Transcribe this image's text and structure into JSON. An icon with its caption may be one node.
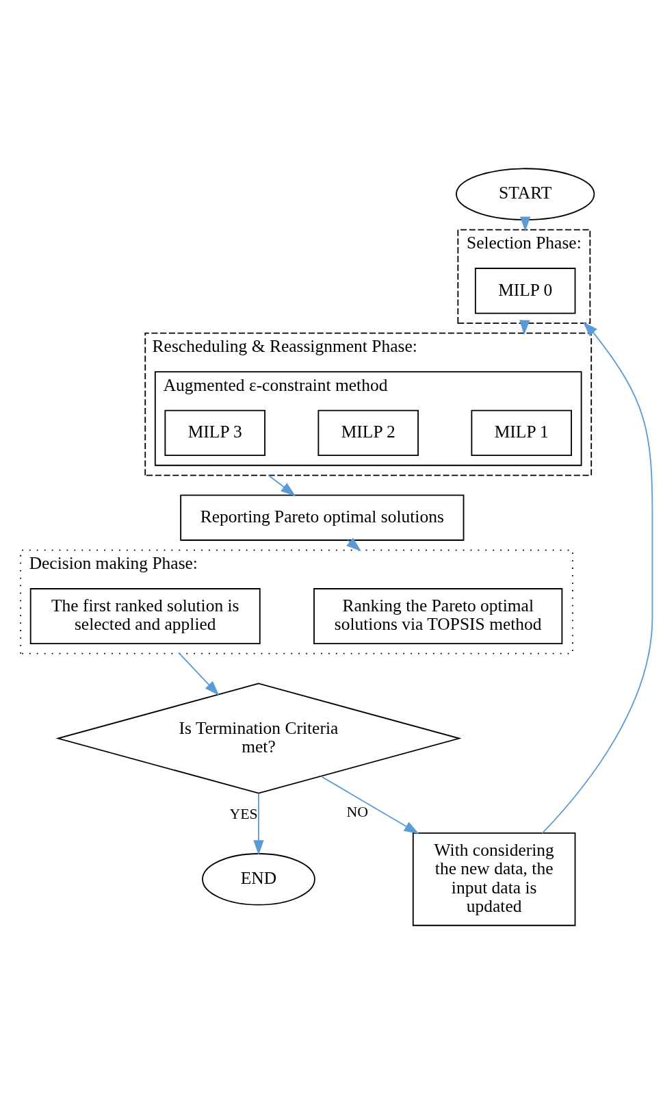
{
  "diagram": {
    "nodes": [
      {
        "text": [
          "START"
        ]
      },
      {
        "text": [
          "Selection Phase:"
        ]
      },
      {
        "text": [
          "MILP 0"
        ],
        "in": 1
      },
      {
        "text": [
          "Rescheduling & Reassignment Phase:"
        ]
      },
      {
        "text": [
          "Augmented ε-constraint method"
        ],
        "in": 3
      },
      {
        "text": [
          "MILP 1"
        ],
        "in": 4
      },
      {
        "text": [
          "MILP 2"
        ],
        "in": 4
      },
      {
        "text": [
          "MILP 3"
        ],
        "in": 4
      },
      {
        "text": [
          "Reporting Pareto optimal solutions"
        ]
      },
      {
        "text": [
          "Decision making Phase:"
        ]
      },
      {
        "text": [
          "Ranking the Pareto optimal solutions via TOPSIS method"
        ],
        "in": 9
      },
      {
        "text": [
          "The first ranked solution is selected and applied"
        ],
        "in": 9
      },
      {
        "text": [
          "Is Termination Criteria met?"
        ]
      },
      {
        "text": [
          "END"
        ]
      },
      {
        "text": [
          "With considering the new data, the input data is updated"
        ]
      }
    ],
    "edges": [
      {
        "from": 0,
        "to": 1,
        "arrow": "to"
      },
      {
        "from": 14,
        "to": 1,
        "arrow": "to"
      },
      {
        "from": 1,
        "to": 3,
        "arrow": "to"
      },
      {
        "from": 3,
        "to": 8,
        "arrow": "to"
      },
      {
        "from": 8,
        "to": 9,
        "arrow": "to"
      },
      {
        "from": 9,
        "to": 12,
        "arrow": "to"
      },
      {
        "from": 12,
        "to": 13,
        "label": "YES",
        "arrow": "to"
      },
      {
        "from": 12,
        "to": 14,
        "label": "NO",
        "arrow": "to"
      }
    ]
  }
}
